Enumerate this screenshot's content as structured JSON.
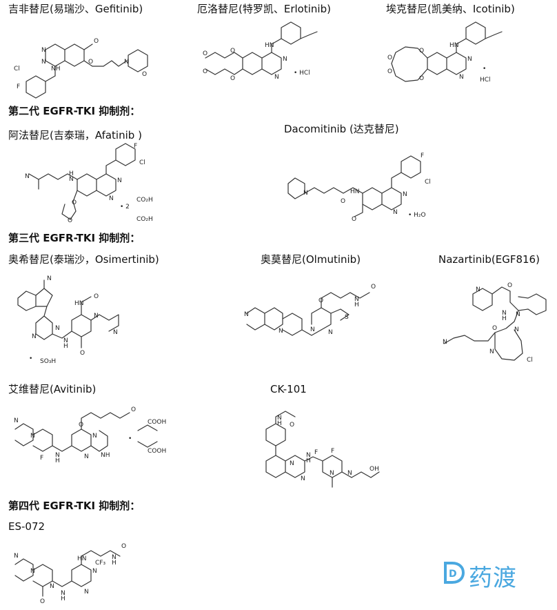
{
  "drugs": {
    "gefitinib": {
      "name": "吉非替尼(易瑞沙、Gefitinib)",
      "atoms": [
        "O",
        "N",
        "N",
        "O",
        "N",
        "O",
        "Cl",
        "F",
        "NH"
      ]
    },
    "erlotinib": {
      "name": "厄洛替尼(特罗凯、Erlotinib)",
      "atoms": [
        "HN",
        "O",
        "O",
        "N",
        "N",
        "O",
        "O",
        "• HCl"
      ]
    },
    "icotinib": {
      "name": "埃克替尼(凯美纳、Icotinib)",
      "atoms": [
        "HN",
        "O",
        "O",
        "O",
        "O",
        "N",
        "N",
        "•",
        "HCl"
      ]
    },
    "afatinib": {
      "name": "阿法替尼(吉泰瑞，Afatinib )",
      "atoms": [
        "N",
        "H",
        "N",
        "N",
        "N",
        "F",
        "Cl",
        "O",
        "O",
        "• 2",
        "CO₂H",
        "CO₂H"
      ]
    },
    "dacomitinib": {
      "name": "Dacomitinib (达克替尼)",
      "atoms": [
        "N",
        "HN",
        "N",
        "N",
        "O",
        "F",
        "Cl",
        "O",
        "• H₂O"
      ]
    },
    "osimertinib": {
      "name": "奥希替尼(泰瑞沙，Osimertinib)",
      "atoms": [
        "N",
        "N",
        "N",
        "HN",
        "N",
        "N",
        "O",
        "O",
        "•",
        "SO₃H",
        "N",
        "H"
      ]
    },
    "olmutinib": {
      "name": "奥莫替尼(Olmutinib)",
      "atoms": [
        "N",
        "N",
        "O",
        "N",
        "N",
        "S",
        "N",
        "H",
        "O"
      ]
    },
    "nazartinib": {
      "name": "Nazartinib(EGF816)",
      "atoms": [
        "N",
        "O",
        "N",
        "H",
        "N",
        "N",
        "N",
        "O",
        "N",
        "Cl"
      ]
    },
    "avitinib": {
      "name": "艾维替尼(Avitinib)",
      "atoms": [
        "N",
        "N",
        "O",
        "N",
        "N",
        "N",
        "H",
        "NH",
        "F",
        "O",
        "•",
        "COOH",
        "COOH"
      ]
    },
    "ck101": {
      "name": "CK-101",
      "atoms": [
        "N",
        "H",
        "O",
        "N",
        "N",
        "F",
        "F",
        "N",
        "N",
        "OH",
        "N",
        "H"
      ]
    },
    "es072": {
      "name": "ES-072",
      "atoms": [
        "N",
        "N",
        "N",
        "O",
        "HN",
        "N",
        "N",
        "CF₃",
        "N",
        "H",
        "O",
        "N",
        "H"
      ]
    }
  },
  "headers": {
    "gen2": "第二代 EGFR-TKI 抑制剂：",
    "gen3": "第三代 EGFR-TKI 抑制剂：",
    "gen4": "第四代 EGFR-TKI 抑制剂："
  },
  "logo": {
    "text": "药渡",
    "mark": "D",
    "color": "#4aa8e0"
  }
}
